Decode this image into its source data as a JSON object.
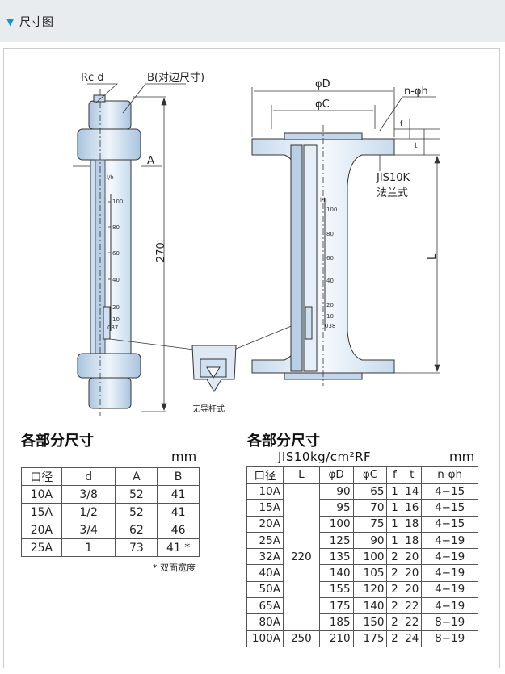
{
  "header": {
    "title": "尺寸图"
  },
  "drawing": {
    "left": {
      "label_rc": "Rc d",
      "label_b": "B(对边尺寸)",
      "label_a": "A",
      "label_length": "270",
      "float_caption": "无导杆式",
      "scale_unit": "l/h",
      "scale_ticks": [
        "100",
        "80",
        "60",
        "40",
        "20",
        "10",
        "037"
      ]
    },
    "right": {
      "label_od": "φD",
      "label_oc": "φC",
      "label_holes": "n-φh",
      "label_f": "f",
      "label_t": "t",
      "label_flange": "JIS10K",
      "label_flange2": "法兰式",
      "label_length": "L",
      "scale_unit": "l/h",
      "scale_ticks": [
        "100",
        "80",
        "60",
        "40",
        "20",
        "10",
        "038"
      ]
    }
  },
  "table1": {
    "title": "各部分尺寸",
    "unit": "mm",
    "headers": [
      "口径",
      "d",
      "A",
      "B"
    ],
    "rows": [
      [
        "10A",
        "3/8",
        "52",
        "41"
      ],
      [
        "15A",
        "1/2",
        "52",
        "41"
      ],
      [
        "20A",
        "3/4",
        "62",
        "46"
      ],
      [
        "25A",
        "1",
        "73",
        "41 *"
      ]
    ],
    "note": "* 双面宽度"
  },
  "table2": {
    "title": "各部分尺寸",
    "subtitle": "JIS10kg/cm²RF",
    "unit": "mm",
    "headers": [
      "口径",
      "L",
      "φD",
      "φC",
      "f",
      "t",
      "n-φh"
    ],
    "L_group1": "220",
    "rows": [
      [
        "10A",
        "90",
        "65",
        "1",
        "14",
        "4−15"
      ],
      [
        "15A",
        "95",
        "70",
        "1",
        "16",
        "4−15"
      ],
      [
        "20A",
        "100",
        "75",
        "1",
        "18",
        "4−15"
      ],
      [
        "25A",
        "125",
        "90",
        "1",
        "18",
        "4−19"
      ],
      [
        "32A",
        "135",
        "100",
        "2",
        "20",
        "4−19"
      ],
      [
        "40A",
        "140",
        "105",
        "2",
        "20",
        "4−19"
      ],
      [
        "50A",
        "155",
        "120",
        "2",
        "20",
        "4−19"
      ],
      [
        "65A",
        "175",
        "140",
        "2",
        "22",
        "4−19"
      ],
      [
        "80A",
        "185",
        "150",
        "2",
        "22",
        "8−19"
      ]
    ],
    "last_row": [
      "100A",
      "250",
      "210",
      "175",
      "2",
      "24",
      "8−19"
    ]
  }
}
